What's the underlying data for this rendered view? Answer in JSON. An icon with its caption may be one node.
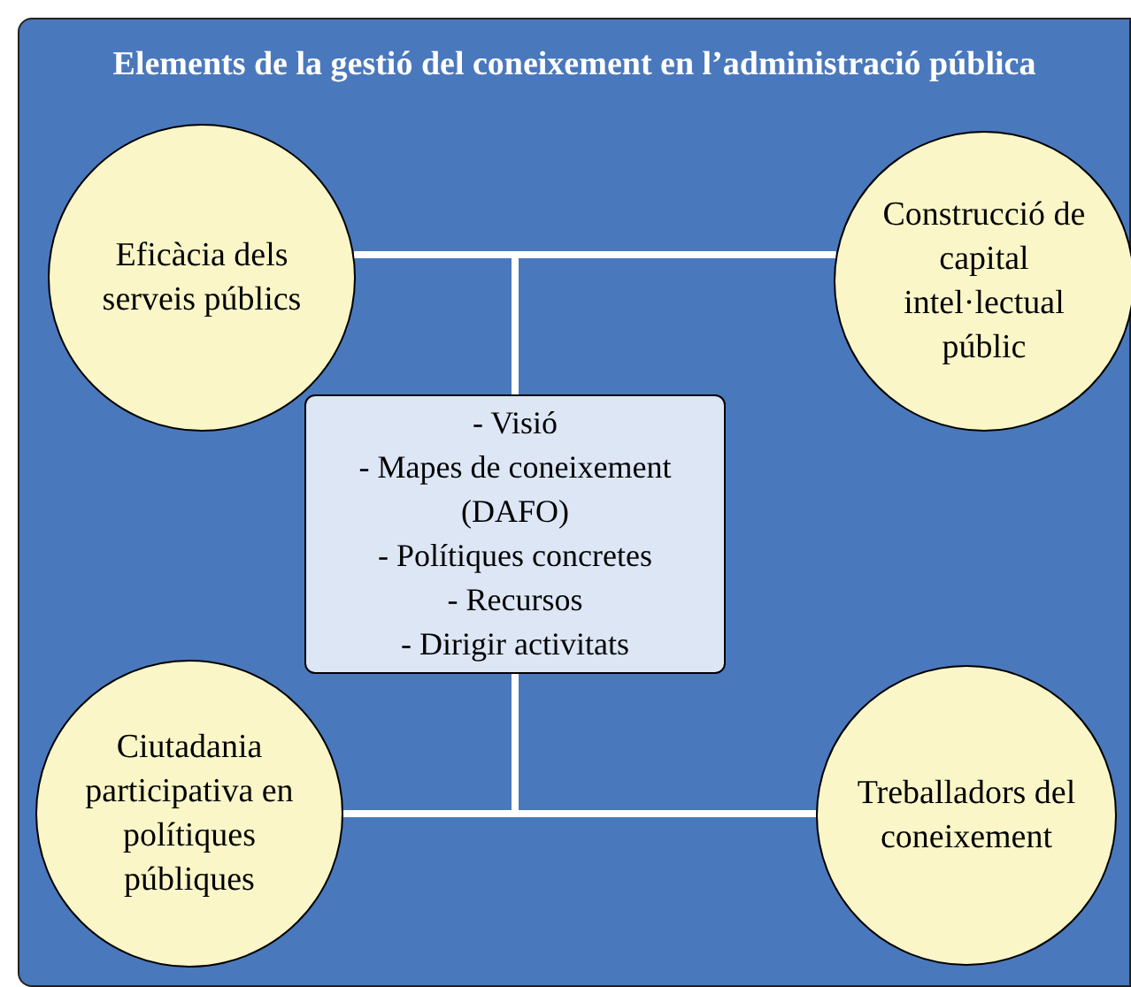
{
  "diagram": {
    "nodes": [
      {
        "text": [
          "Elements de la gestió del coneixement en l’administració pública"
        ]
      },
      {
        "text": [
          "Eficàcia dels serveis públics"
        ],
        "in": 0
      },
      {
        "text": [
          "Construcció de capital intel·lectual públic"
        ],
        "in": 0
      },
      {
        "text": [
          "- Visió",
          "- Mapes de coneixement (DAFO)",
          "- Polítiques concretes",
          "- Recursos",
          "- Dirigir activitats"
        ],
        "in": 0
      },
      {
        "text": [
          "Ciutadania participativa en polítiques públiques"
        ],
        "in": 0
      },
      {
        "text": [
          "Treballadors del coneixement"
        ],
        "in": 0
      }
    ],
    "edges": [
      {
        "from": 3,
        "to": 1,
        "arrow": "none"
      },
      {
        "from": 3,
        "to": 2,
        "arrow": "none"
      },
      {
        "from": 3,
        "to": 4,
        "arrow": "none"
      },
      {
        "from": 3,
        "to": 5,
        "arrow": "none"
      }
    ]
  }
}
